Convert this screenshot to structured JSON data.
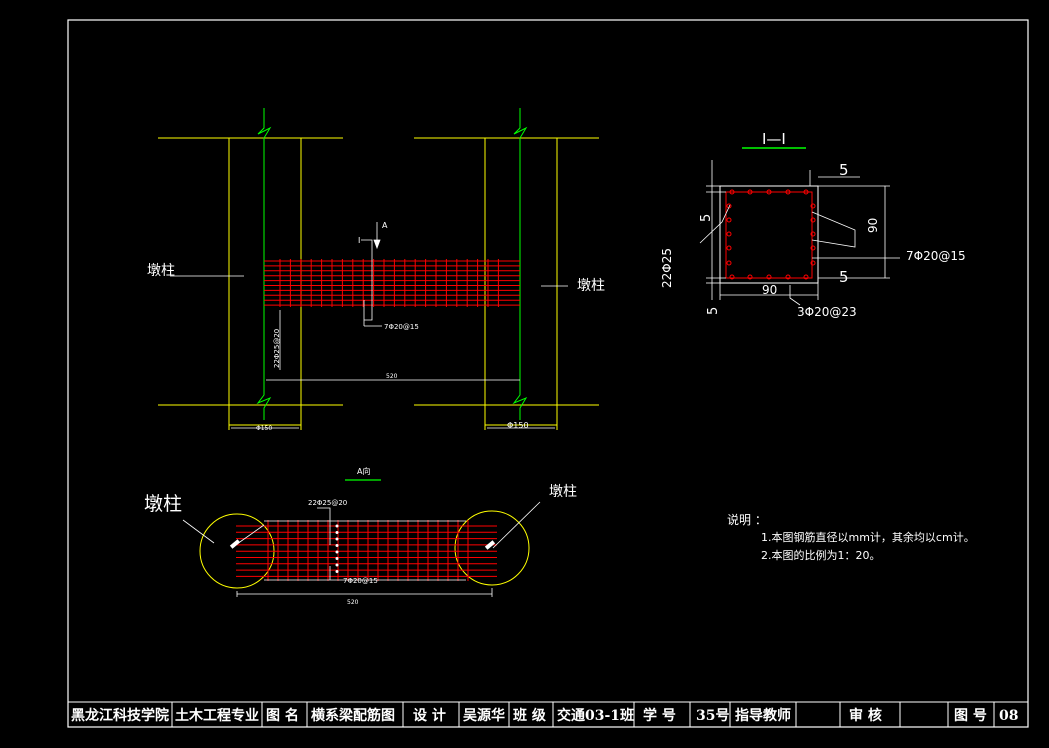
{
  "elevation": {
    "label_left": "墩柱",
    "label_right": "墩柱",
    "section_mark": "I",
    "view_arrow": "A",
    "stirrup_label": "7Φ20@15",
    "main_bar_label": "22Φ25@20",
    "span_dim": "520",
    "col_dim_left": "Φ150",
    "col_dim_right": "Φ150"
  },
  "section": {
    "title": "I—I",
    "dims": [
      "5",
      "5",
      "90",
      "5",
      "90",
      "5"
    ],
    "labels": {
      "top_right": "5",
      "left_upper": "5",
      "right_height": "90",
      "bottom_right": "5",
      "bottom_width": "90",
      "left_lower": "5"
    },
    "bars_left": "22Φ25",
    "bars_right": "7Φ20@15",
    "bars_bottom": "3Φ20@23"
  },
  "plan": {
    "title": "A向",
    "label_left": "墩柱",
    "label_right": "墩柱",
    "main_bar_label": "22Φ25@20",
    "stirrup_label": "7Φ20@15",
    "span_dim": "520"
  },
  "notes": {
    "heading": "说明 ：",
    "items": [
      "1.本图钢筋直径以mm计，其余均以cm计。",
      "2.本图的比例为1：20。"
    ]
  },
  "title_block": {
    "school": "黑龙江科技学院",
    "major": "土木工程专业",
    "name_label": "图 名",
    "drawing_name": "横系梁配筋图",
    "design_label": "设 计",
    "designer": "吴源华",
    "class_label": "班 级",
    "class_name": "交通03-1班",
    "id_label": "学 号",
    "student_id": "35号",
    "teacher_label": "指导教师",
    "teacher": "",
    "review_label": "审 核",
    "reviewer": "",
    "sheet_label": "图 号",
    "sheet_no": "08"
  },
  "colors": {
    "background": "#000000",
    "frame": "#ffffff",
    "column": "#ffff00",
    "axis": "#00ff00",
    "rebar": "#ff0000",
    "text": "#ffffff"
  }
}
